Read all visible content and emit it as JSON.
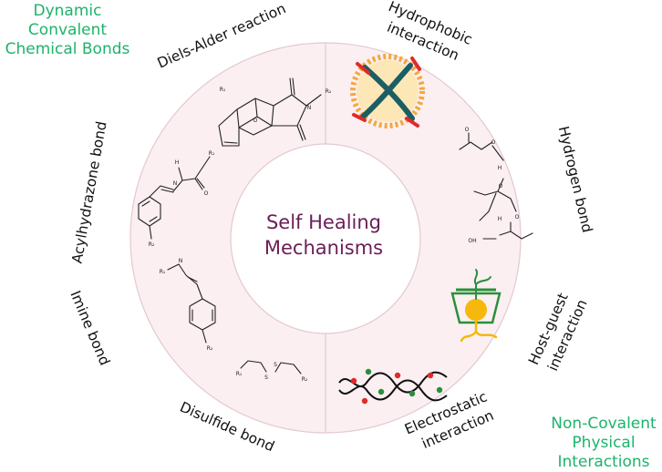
{
  "diagram": {
    "center_title_line1": "Self Healing",
    "center_title_line2": "Mechanisms",
    "group_covalent": [
      "Dynamic",
      "Convalent",
      "Chemical Bonds"
    ],
    "group_noncovalent": [
      "Non-Covalent",
      "Physical",
      "Interactions"
    ],
    "labels": {
      "diels_alder": "Diels-Alder reaction",
      "acylhydrazone": "Acylhydrazone bond",
      "imine": "Imine bond",
      "disulfide": "Disulfide bond",
      "hydrophobic_1": "Hydrophobic",
      "hydrophobic_2": "interaction",
      "hydrogen": "Hydrogen bond",
      "hostguest_1": "Host-guest",
      "hostguest_2": "interaction",
      "electrostatic_1": "Electrostatic",
      "electrostatic_2": "interaction"
    },
    "atoms": {
      "r1": "R₁",
      "r2": "R₂",
      "r3": "R₃",
      "h": "H",
      "n": "N",
      "o": "O",
      "s": "S",
      "oh": "OH"
    },
    "colors": {
      "ring_fill": "#fbeff2",
      "ring_stroke": "#e3c9cf",
      "center_text": "#6b1e56",
      "group_text": "#1db36b",
      "micelle_orange": "#f4a83a",
      "micelle_core": "#fde7b6",
      "polymer_teal": "#1b5e63",
      "accent_red": "#e02a2a",
      "host_green": "#2a8f3a",
      "guest_yellow": "#f6b80c"
    }
  }
}
